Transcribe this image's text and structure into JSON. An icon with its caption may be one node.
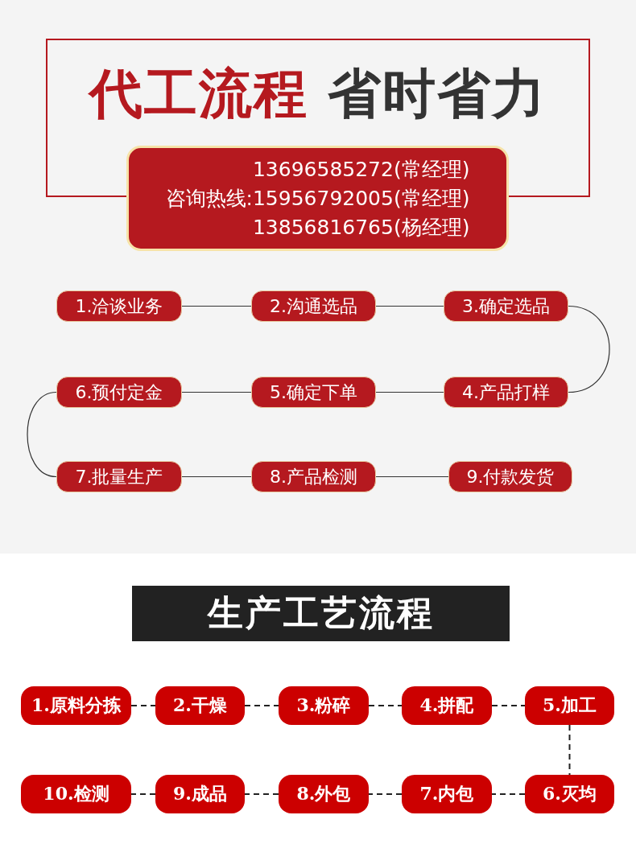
{
  "diagram": {
    "nodes": [
      {
        "text": [
          "代工流程 省时省力"
        ]
      },
      {
        "text": [
          "咨询热线:",
          "13696585272(常经理)",
          "15956792005(常经理)",
          "13856816765(杨经理)"
        ]
      },
      {
        "text": [
          "1.洽谈业务"
        ]
      },
      {
        "text": [
          "2.沟通选品"
        ]
      },
      {
        "text": [
          "3.确定选品"
        ]
      },
      {
        "text": [
          "4.产品打样"
        ]
      },
      {
        "text": [
          "5.确定下单"
        ]
      },
      {
        "text": [
          "6.预付定金"
        ]
      },
      {
        "text": [
          "7.批量生产"
        ]
      },
      {
        "text": [
          "8.产品检测"
        ]
      },
      {
        "text": [
          "9.付款发货"
        ]
      },
      {
        "text": [
          "生产工艺流程"
        ]
      },
      {
        "text": [
          "1.原料分拣"
        ]
      },
      {
        "text": [
          "2.干燥"
        ]
      },
      {
        "text": [
          "3.粉碎"
        ]
      },
      {
        "text": [
          "4.拼配"
        ]
      },
      {
        "text": [
          "5.加工"
        ]
      },
      {
        "text": [
          "6.灭均"
        ]
      },
      {
        "text": [
          "7.内包"
        ]
      },
      {
        "text": [
          "8.外包"
        ]
      },
      {
        "text": [
          "9.成品"
        ]
      },
      {
        "text": [
          "10.检测"
        ]
      }
    ],
    "edges": [
      {
        "from": 2,
        "to": 3,
        "arrow": "none"
      },
      {
        "from": 3,
        "to": 4,
        "arrow": "none"
      },
      {
        "from": 4,
        "to": 5,
        "arrow": "none"
      },
      {
        "from": 5,
        "to": 6,
        "arrow": "none"
      },
      {
        "from": 6,
        "to": 7,
        "arrow": "none"
      },
      {
        "from": 7,
        "to": 8,
        "arrow": "none"
      },
      {
        "from": 8,
        "to": 9,
        "arrow": "none"
      },
      {
        "from": 9,
        "to": 10,
        "arrow": "none"
      },
      {
        "from": 12,
        "to": 13,
        "arrow": "none",
        "style": "dashed"
      },
      {
        "from": 13,
        "to": 14,
        "arrow": "none",
        "style": "dashed"
      },
      {
        "from": 14,
        "to": 15,
        "arrow": "none",
        "style": "dashed"
      },
      {
        "from": 15,
        "to": 16,
        "arrow": "none",
        "style": "dashed"
      },
      {
        "from": 16,
        "to": 17,
        "arrow": "none",
        "style": "dashed"
      },
      {
        "from": 17,
        "to": 18,
        "arrow": "none",
        "style": "dashed"
      },
      {
        "from": 18,
        "to": 19,
        "arrow": "none",
        "style": "dashed"
      },
      {
        "from": 19,
        "to": 20,
        "arrow": "none",
        "style": "dashed"
      },
      {
        "from": 20,
        "to": 21,
        "arrow": "none",
        "style": "dashed"
      }
    ]
  }
}
